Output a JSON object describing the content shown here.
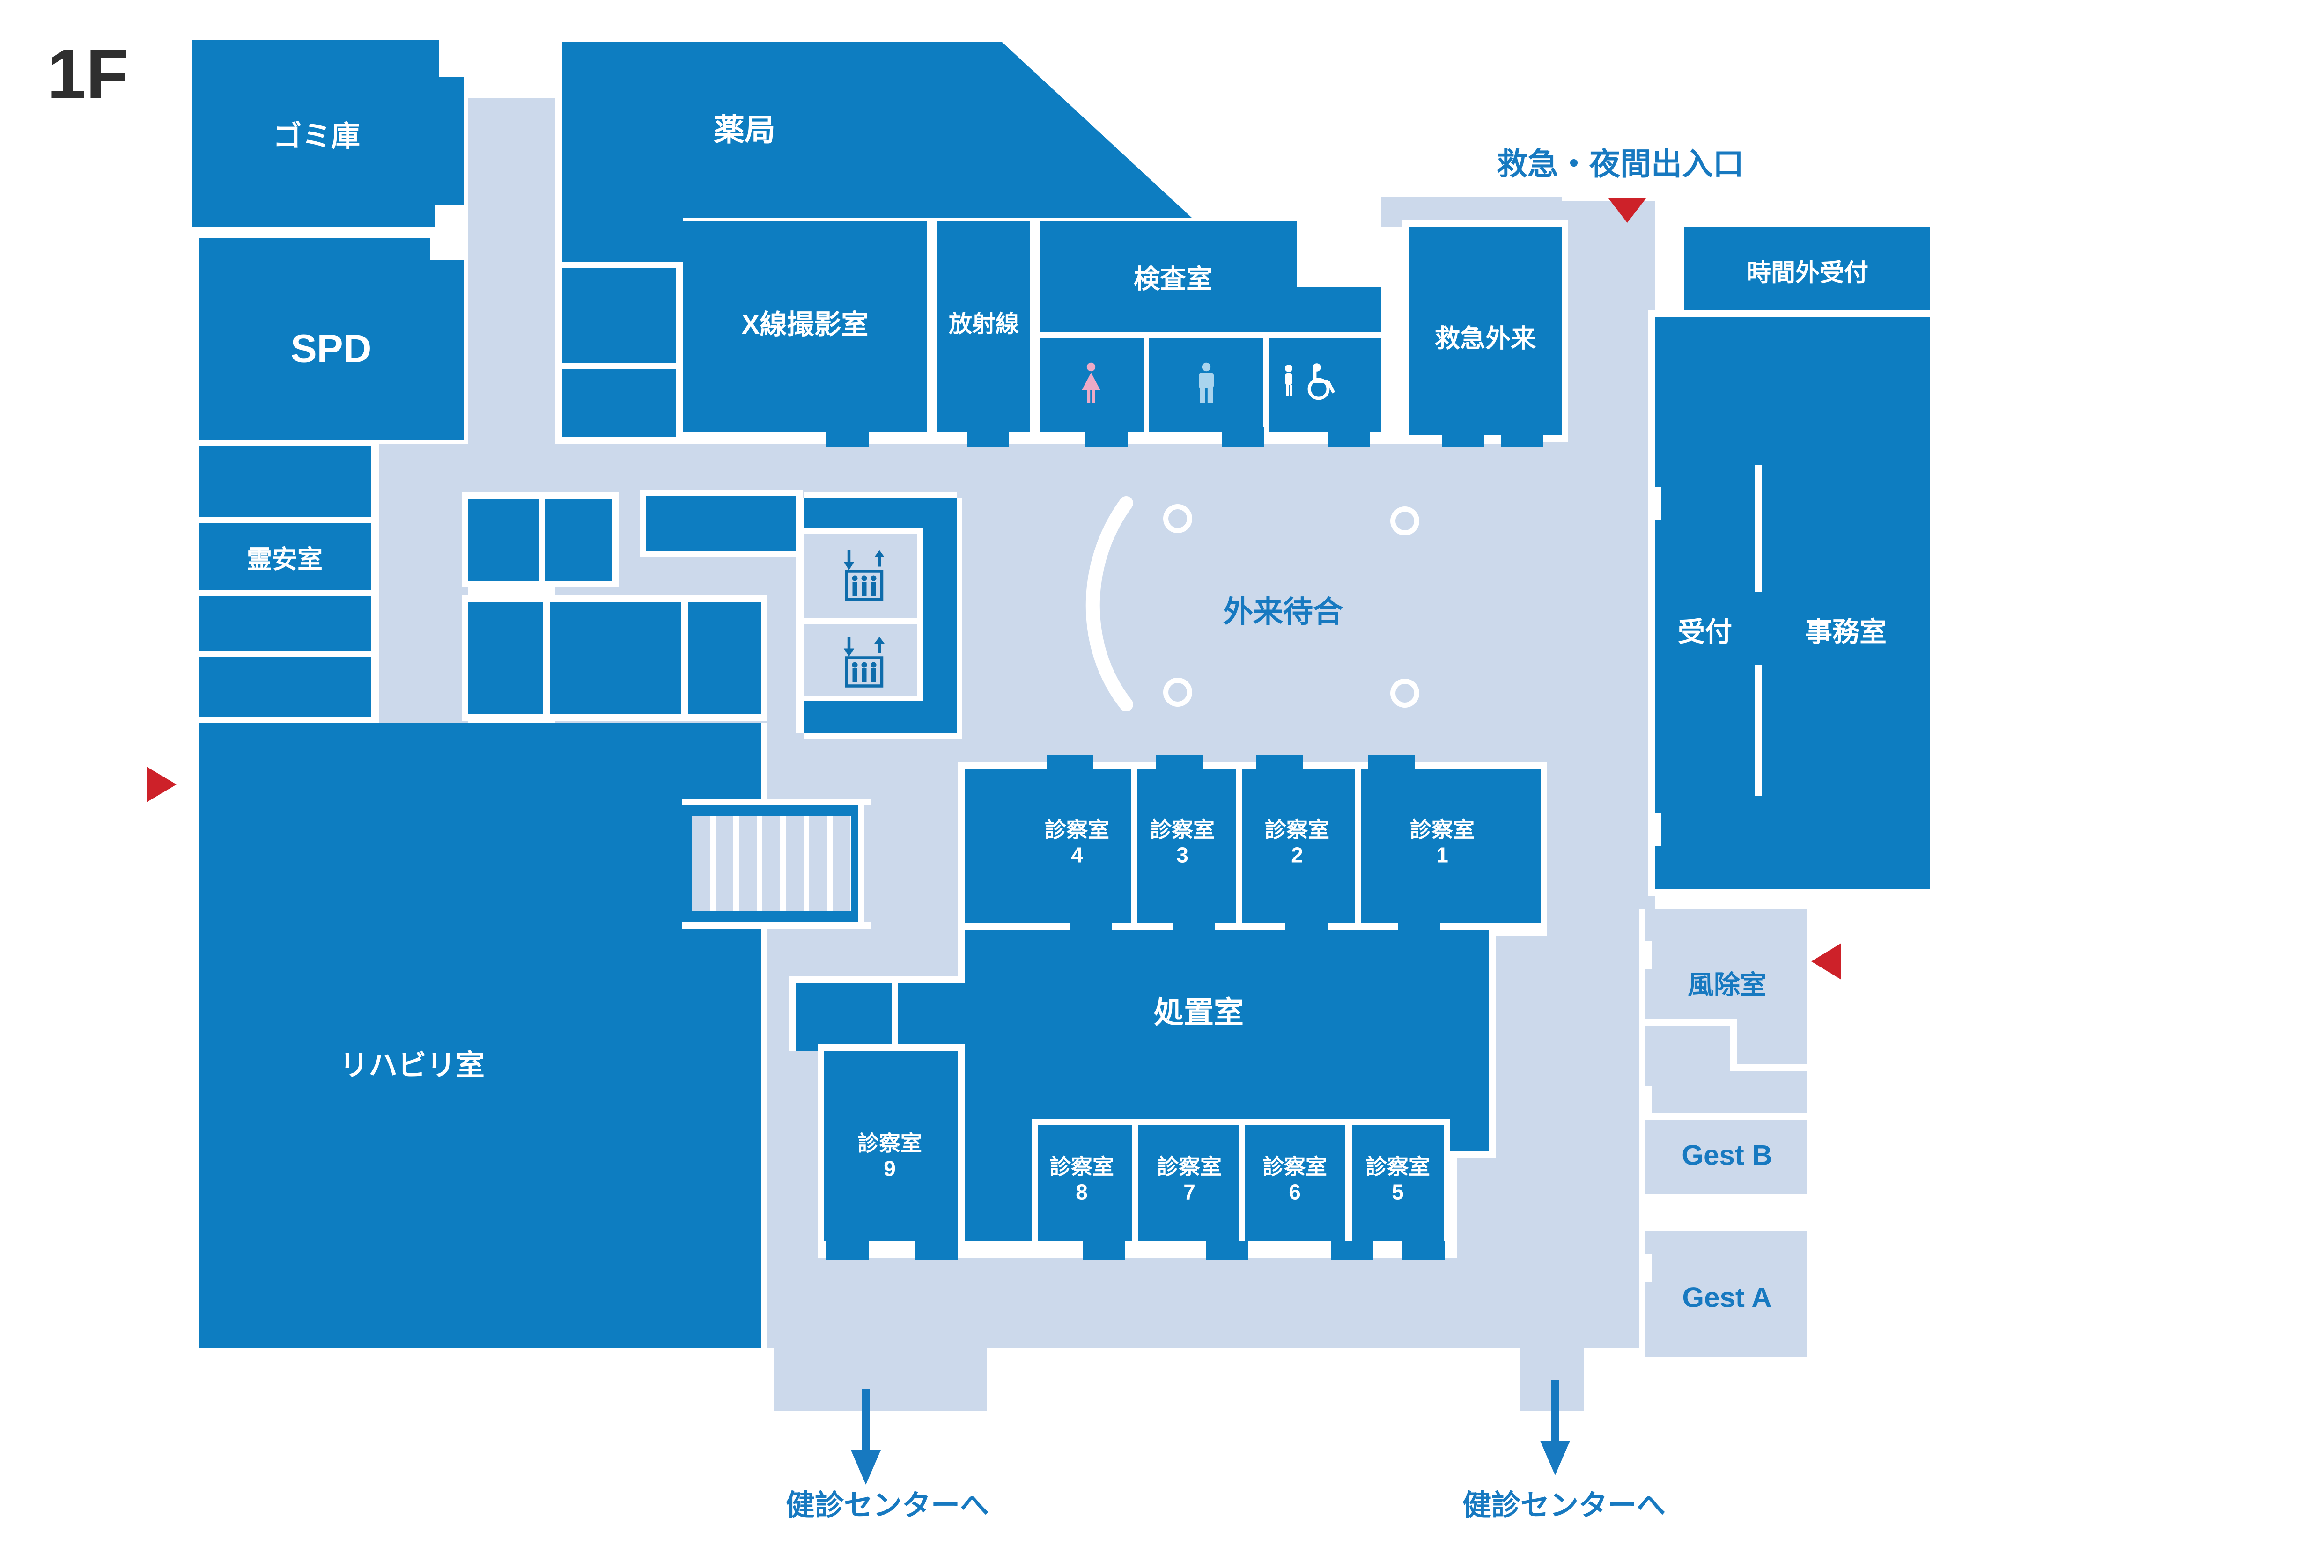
{
  "floor": "1F",
  "colors": {
    "room_fill": "#0d7dc1",
    "corridor_fill": "#ccd9eb",
    "wall": "#ffffff",
    "label_blue": "#1779c0",
    "arrow_red": "#cd2129",
    "female_icon_pink": "#edaac6",
    "male_icon_blue": "#a9d4ee",
    "elevator_icon_blue": "#0e6cab"
  },
  "rooms": {
    "garbage": "ゴミ庫",
    "spd": "SPD",
    "pharmacy": "薬局",
    "xray": "X線撮影室",
    "radiology": "放射線",
    "laboratory": "検査室",
    "emergency_outpatient": "救急外来",
    "after_hours_reception": "時間外受付",
    "reception": "受付",
    "office": "事務室",
    "mortuary": "霊安室",
    "outpatient_waiting": "外来待合",
    "treatment": "処置室",
    "rehabilitation": "リハビリ室",
    "windbreak": "風除室",
    "gest_b": "Gest B",
    "gest_a": "Gest A"
  },
  "consult_rooms": {
    "label": "診察室",
    "top": [
      "4",
      "3",
      "2",
      "1"
    ],
    "bottom": [
      "8",
      "7",
      "6",
      "5"
    ],
    "single": "9"
  },
  "annotations": {
    "emergency_entrance": "救急・夜間出入口",
    "to_health_center_left": "健診センターへ",
    "to_health_center_right": "健診センターへ"
  },
  "icons": {
    "elevator": "elevator-icon",
    "female_toilet": "female-toilet-icon",
    "male_toilet": "male-toilet-icon",
    "accessible_toilet": "accessible-toilet-icon",
    "entrance_arrow": "entrance-arrow-icon",
    "pillar": "pillar-marker",
    "stairs": "stairs-icon"
  }
}
